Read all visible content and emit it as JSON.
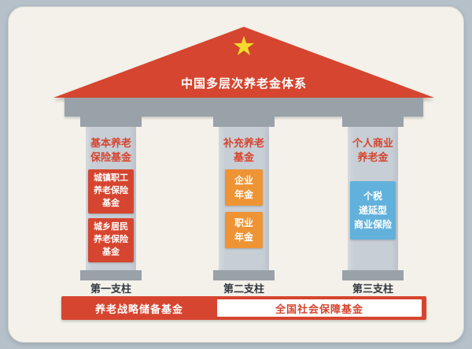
{
  "title": "中国多层次养老金体系",
  "star_icon": "★",
  "colors": {
    "red": "#d6452f",
    "orange": "#ee9434",
    "blue": "#62b1dc",
    "beam_gray": "#99a1a9",
    "shaft_gray": "#c7ced5",
    "card_background": "#f3f1ea",
    "page_background": "#b5c0c8",
    "star_yellow": "#f8da2e"
  },
  "pillars": [
    {
      "heading": "基本养老\n保险基金",
      "boxes": [
        {
          "label": "城镇职工\n养老保险\n基金",
          "color": "red"
        },
        {
          "label": "城乡居民\n养老保险\n基金",
          "color": "red"
        }
      ],
      "base_label": "第一支柱"
    },
    {
      "heading": "补充养老\n基金",
      "boxes": [
        {
          "label": "企业\n年金",
          "color": "orange"
        },
        {
          "label": "职业\n年金",
          "color": "orange"
        }
      ],
      "base_label": "第二支柱"
    },
    {
      "heading": "个人商业\n养老金",
      "boxes": [
        {
          "label": "个税\n递延型\n商业保险",
          "color": "blue"
        }
      ],
      "base_label": "第三支柱"
    }
  ],
  "foundation": {
    "left_label": "养老战略储备基金",
    "right_label": "全国社会保障基金"
  }
}
